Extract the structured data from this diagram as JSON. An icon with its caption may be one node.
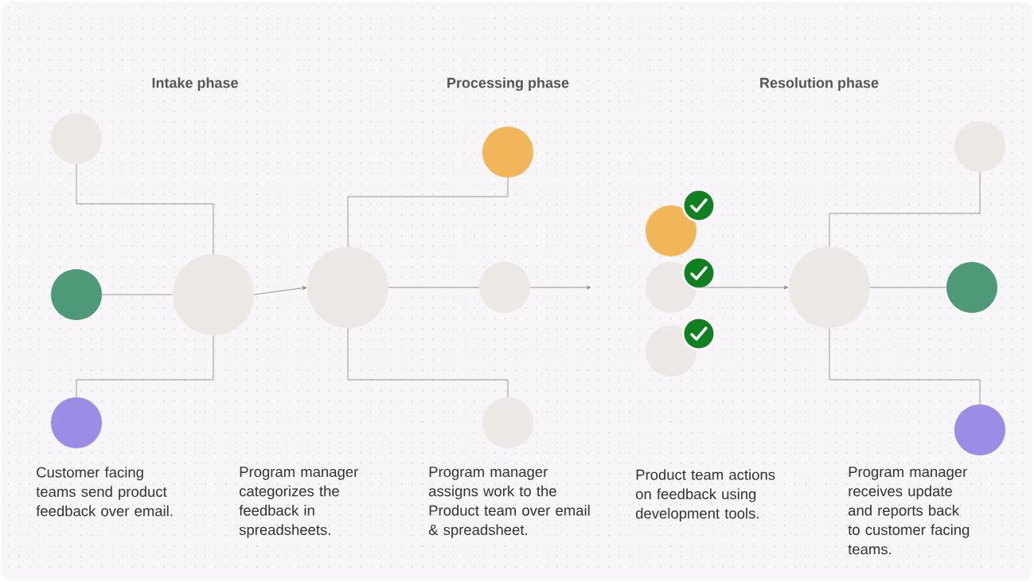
{
  "diagram": {
    "nodes": [
      {
        "text": [],
        "shape": "circle"
      },
      {
        "text": [],
        "shape": "circle"
      },
      {
        "text": [],
        "shape": "circle"
      },
      {
        "text": [],
        "shape": "circle"
      },
      {
        "text": [],
        "shape": "circle"
      },
      {
        "text": [],
        "shape": "circle"
      },
      {
        "text": [],
        "shape": "circle"
      },
      {
        "text": [],
        "shape": "circle"
      },
      {
        "text": [],
        "shape": "circle"
      },
      {
        "text": [],
        "shape": "circle"
      },
      {
        "text": [],
        "shape": "circle"
      },
      {
        "text": [],
        "shape": "circle"
      },
      {
        "text": [],
        "shape": "circle"
      },
      {
        "text": [],
        "shape": "circle"
      },
      {
        "text": [],
        "shape": "circle"
      }
    ],
    "edges": [
      {
        "from": 0,
        "to": 3,
        "arrow": "none"
      },
      {
        "from": 1,
        "to": 3,
        "arrow": "none"
      },
      {
        "from": 2,
        "to": 3,
        "arrow": "none"
      },
      {
        "from": 3,
        "to": 4,
        "arrow": "to"
      },
      {
        "from": 4,
        "to": 5,
        "arrow": "none"
      },
      {
        "from": 4,
        "to": 6,
        "arrow": "none"
      },
      {
        "from": 4,
        "to": 7,
        "arrow": "none"
      },
      {
        "from": 6,
        "to": null,
        "arrow": "to"
      },
      {
        "from": 9,
        "to": 11,
        "arrow": "to"
      },
      {
        "from": 11,
        "to": 12,
        "arrow": "none"
      },
      {
        "from": 11,
        "to": 13,
        "arrow": "none"
      },
      {
        "from": 11,
        "to": 14,
        "arrow": "none"
      }
    ],
    "labels": [
      "Intake phase",
      "Processing phase",
      "Resolution phase",
      "Customer facing teams send product feedback over email.",
      "Program manager categorizes the feedback in spreadsheets.",
      "Program manager assigns work to the Product team over email & spreadsheet.",
      "Product team actions on feedback using development tools.",
      "Program manager receives update and reports back to customer facing teams."
    ]
  }
}
